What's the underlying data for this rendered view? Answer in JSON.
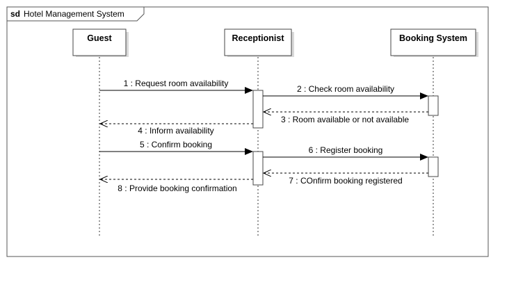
{
  "frame": {
    "keyword": "sd",
    "title": "Hotel Management System"
  },
  "participants": [
    {
      "id": "guest",
      "label": "Guest"
    },
    {
      "id": "receptionist",
      "label": "Receptionist"
    },
    {
      "id": "booking",
      "label": "Booking System"
    }
  ],
  "messages": [
    {
      "label": "1 : Request room availability",
      "kind": "sync"
    },
    {
      "label": "2 : Check room availability",
      "kind": "sync"
    },
    {
      "label": "3 : Room available or not available",
      "kind": "reply"
    },
    {
      "label": "4 : Inform availability",
      "kind": "reply"
    },
    {
      "label": "5 : Confirm booking",
      "kind": "sync"
    },
    {
      "label": "6 : Register booking",
      "kind": "sync"
    },
    {
      "label": "7 : COnfirm booking registered",
      "kind": "reply"
    },
    {
      "label": "8 : Provide booking confirmation",
      "kind": "reply"
    }
  ],
  "colors": {
    "line": "#333333",
    "box_fill": "#ffffff",
    "shadow": "#d9d9d9",
    "text": "#000000"
  }
}
